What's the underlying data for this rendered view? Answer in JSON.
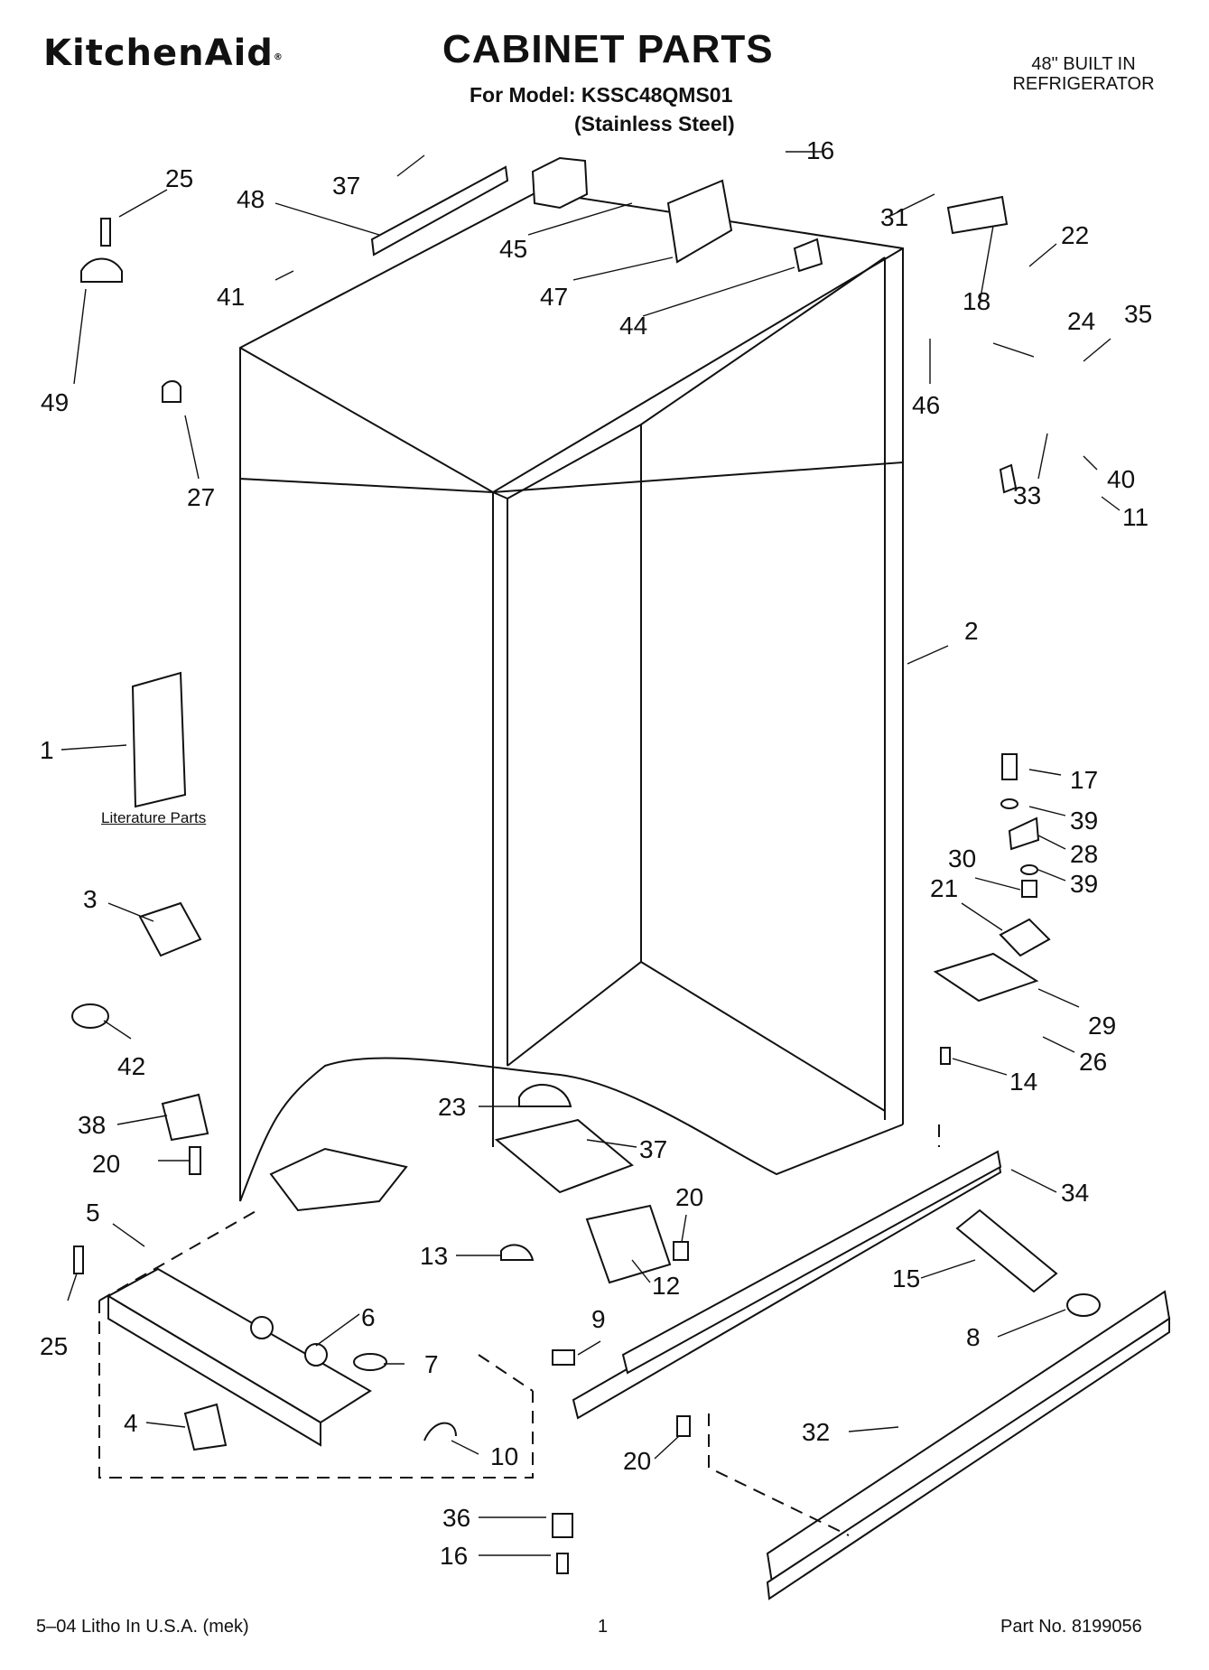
{
  "header": {
    "brand": "KitchenAid",
    "title": "CABINET PARTS",
    "model": "For Model: KSSC48QMS01",
    "finish": "(Stainless Steel)",
    "product_line1": "48\" BUILT IN",
    "product_line2": "REFRIGERATOR"
  },
  "diagram": {
    "literature_label": "Literature Parts",
    "labels": [
      {
        "id": "c25a",
        "text": "25"
      },
      {
        "id": "c48",
        "text": "48"
      },
      {
        "id": "c37a",
        "text": "37"
      },
      {
        "id": "c16a",
        "text": "16"
      },
      {
        "id": "c31",
        "text": "31"
      },
      {
        "id": "c22",
        "text": "22"
      },
      {
        "id": "c45",
        "text": "45"
      },
      {
        "id": "c41",
        "text": "41"
      },
      {
        "id": "c47",
        "text": "47"
      },
      {
        "id": "c18",
        "text": "18"
      },
      {
        "id": "c44",
        "text": "44"
      },
      {
        "id": "c24",
        "text": "24"
      },
      {
        "id": "c35",
        "text": "35"
      },
      {
        "id": "c49",
        "text": "49"
      },
      {
        "id": "c46",
        "text": "46"
      },
      {
        "id": "c40",
        "text": "40"
      },
      {
        "id": "c33",
        "text": "33"
      },
      {
        "id": "c11",
        "text": "11"
      },
      {
        "id": "c27",
        "text": "27"
      },
      {
        "id": "c2",
        "text": "2"
      },
      {
        "id": "c1",
        "text": "1"
      },
      {
        "id": "c17",
        "text": "17"
      },
      {
        "id": "c39a",
        "text": "39"
      },
      {
        "id": "c28",
        "text": "28"
      },
      {
        "id": "c30",
        "text": "30"
      },
      {
        "id": "c39b",
        "text": "39"
      },
      {
        "id": "c21",
        "text": "21"
      },
      {
        "id": "c3",
        "text": "3"
      },
      {
        "id": "c29",
        "text": "29"
      },
      {
        "id": "c42",
        "text": "42"
      },
      {
        "id": "c26",
        "text": "26"
      },
      {
        "id": "c14",
        "text": "14"
      },
      {
        "id": "c23",
        "text": "23"
      },
      {
        "id": "c38",
        "text": "38"
      },
      {
        "id": "c37b",
        "text": "37"
      },
      {
        "id": "c20a",
        "text": "20"
      },
      {
        "id": "c34",
        "text": "34"
      },
      {
        "id": "c20b",
        "text": "20"
      },
      {
        "id": "c5",
        "text": "5"
      },
      {
        "id": "c13",
        "text": "13"
      },
      {
        "id": "c12",
        "text": "12"
      },
      {
        "id": "c15",
        "text": "15"
      },
      {
        "id": "c6",
        "text": "6"
      },
      {
        "id": "c9",
        "text": "9"
      },
      {
        "id": "c8",
        "text": "8"
      },
      {
        "id": "c25b",
        "text": "25"
      },
      {
        "id": "c7",
        "text": "7"
      },
      {
        "id": "c4",
        "text": "4"
      },
      {
        "id": "c10",
        "text": "10"
      },
      {
        "id": "c32",
        "text": "32"
      },
      {
        "id": "c20c",
        "text": "20"
      },
      {
        "id": "c36",
        "text": "36"
      },
      {
        "id": "c16b",
        "text": "16"
      }
    ]
  },
  "footer": {
    "left": "5–04 Litho In U.S.A. (mek)",
    "page": "1",
    "part_no": "Part No. 8199056"
  }
}
